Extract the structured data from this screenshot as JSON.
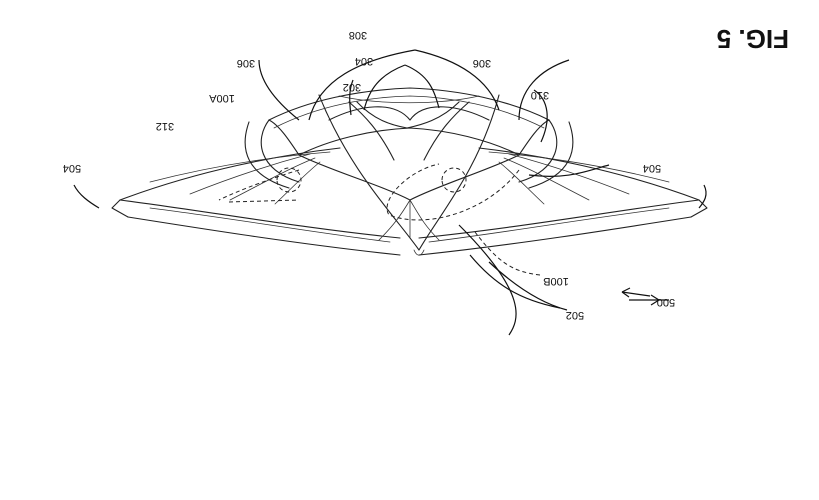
{
  "figure": {
    "caption": "FIG. 5",
    "labels": {
      "l308": "308",
      "l304": "304",
      "l302": "302",
      "l306a": "306",
      "l306b": "306",
      "l310": "310",
      "l100a": "100A",
      "l312": "312",
      "l504a": "504",
      "l504b": "504",
      "l100b": "100B",
      "l502": "502",
      "l500": "500"
    }
  }
}
